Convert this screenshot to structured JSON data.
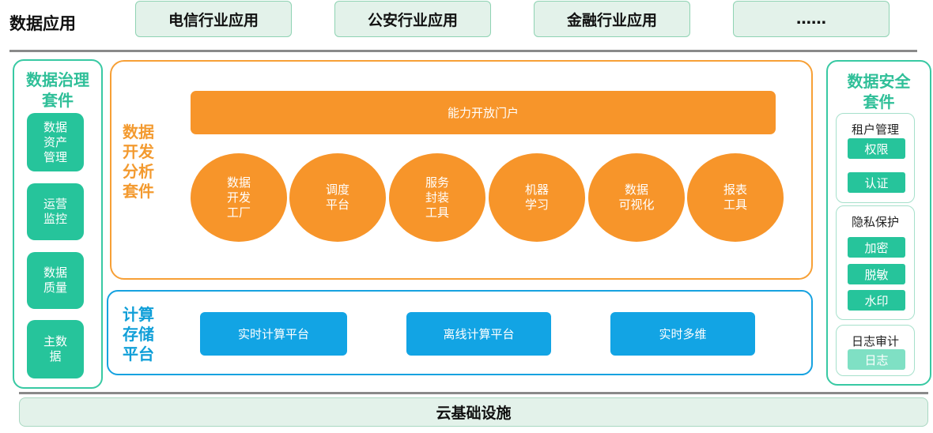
{
  "top": {
    "label": "数据应用",
    "apps": [
      "电信行业应用",
      "公安行业应用",
      "金融行业应用",
      "……"
    ]
  },
  "governance": {
    "title": "数据治理\n套件",
    "items": [
      "数据\n资产\n管理",
      "运营\n监控",
      "数据\n质量",
      "主数\n据"
    ]
  },
  "dev": {
    "title": "数据\n开发\n分析\n套件",
    "portal": "能力开放门户",
    "tools": [
      "数据\n开发\n工厂",
      "调度\n平台",
      "服务\n封装\n工具",
      "机器\n学习",
      "数据\n可视化",
      "报表\n工具"
    ]
  },
  "compute": {
    "title": "计算\n存储\n平台",
    "items": [
      "实时计算平台",
      "离线计算平台",
      "实时多维"
    ]
  },
  "security": {
    "title": "数据安全\n套件",
    "tenant": {
      "title": "租户管理",
      "items": [
        "权限",
        "认证"
      ]
    },
    "privacy": {
      "title": "隐私保护",
      "items": [
        "加密",
        "脱敏",
        "水印"
      ]
    },
    "audit": {
      "title": "日志审计",
      "items": [
        "日志"
      ]
    }
  },
  "bottom": {
    "label": "云基础设施"
  },
  "colors": {
    "teal": "#26c49b",
    "orange": "#f7952a",
    "blue": "#12a4e4",
    "light_green": "#e3f2ea"
  }
}
